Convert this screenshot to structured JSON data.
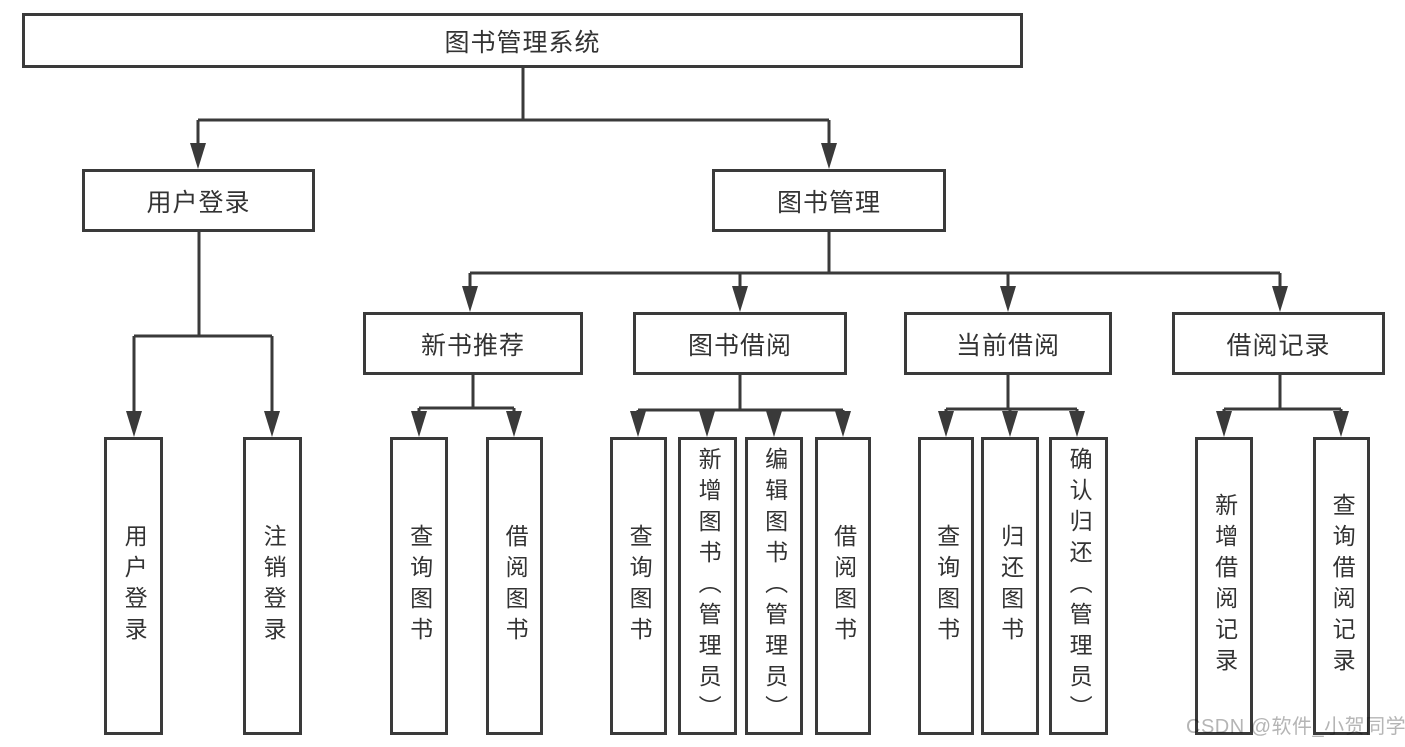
{
  "diagram": {
    "root": {
      "label": "图书管理系统"
    },
    "branches": {
      "user": {
        "label": "用户登录",
        "children": [
          {
            "label": "用户登录"
          },
          {
            "label": "注销登录"
          }
        ]
      },
      "book": {
        "label": "图书管理",
        "sections": [
          {
            "label": "新书推荐",
            "children": [
              {
                "label": "查询图书"
              },
              {
                "label": "借阅图书"
              }
            ]
          },
          {
            "label": "图书借阅",
            "children": [
              {
                "label": "查询图书"
              },
              {
                "label": "新增图书（管理员）"
              },
              {
                "label": "编辑图书（管理员）"
              },
              {
                "label": "借阅图书"
              }
            ]
          },
          {
            "label": "当前借阅",
            "children": [
              {
                "label": "查询图书"
              },
              {
                "label": "归还图书"
              },
              {
                "label": "确认归还（管理员）"
              }
            ]
          },
          {
            "label": "借阅记录",
            "children": [
              {
                "label": "新增借阅记录"
              },
              {
                "label": "查询借阅记录"
              }
            ]
          }
        ]
      }
    }
  },
  "watermark": {
    "text": "CSDN @软件_小贺同学",
    "color": "#b5b5b5"
  },
  "colors": {
    "line": "#3a3a3a",
    "border": "#3a3a3a",
    "text": "#333333",
    "background": "#ffffff"
  }
}
